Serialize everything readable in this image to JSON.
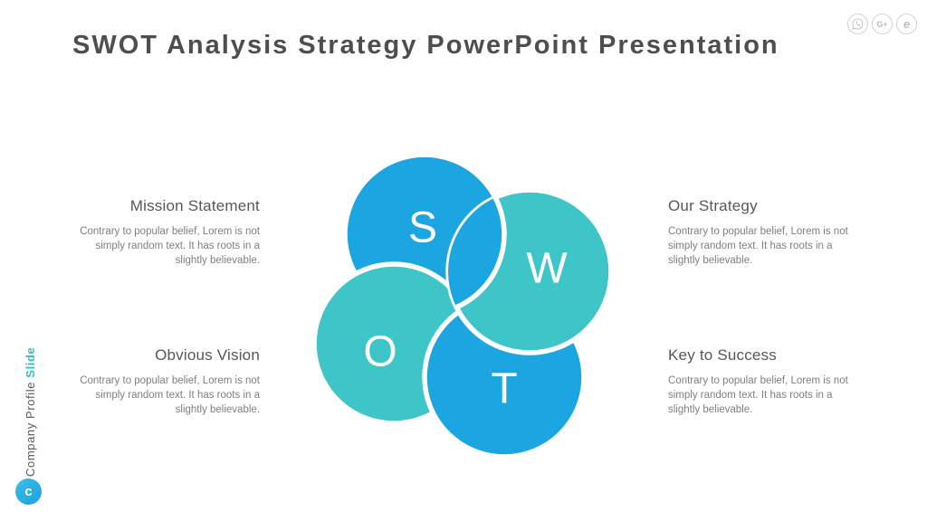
{
  "title": "SWOT Analysis Strategy PowerPoint Presentation",
  "header_icons": {
    "whatsapp": "whatsapp",
    "google_plus_label": "G+",
    "explorer_label": "e"
  },
  "sidebar": {
    "label_primary": "Company Profile ",
    "label_accent": "Slide",
    "badge_letter": "c"
  },
  "colors": {
    "blue": "#1ba6e2",
    "teal": "#3dc5c7",
    "accent_text": "#2fbcca",
    "title_gray": "#4d4e50"
  },
  "swot": {
    "letters": {
      "s": "S",
      "w": "W",
      "o": "O",
      "t": "T"
    }
  },
  "blocks": [
    {
      "heading": "Mission Statement",
      "lines": [
        "Contrary to popular belief, Lorem is not",
        "simply random text. It has roots in a",
        "slightly believable."
      ]
    },
    {
      "heading": "Our Strategy",
      "lines": [
        "Contrary to popular belief, Lorem is not",
        "simply random text. It has roots in a",
        "slightly believable."
      ]
    },
    {
      "heading": "Obvious Vision",
      "lines": [
        "Contrary to popular belief, Lorem is not",
        "simply random text. It has roots in a",
        "slightly believable."
      ]
    },
    {
      "heading": "Key to Success",
      "lines": [
        "Contrary to popular belief, Lorem is not",
        "simply random text. It has roots in a",
        "slightly believable."
      ]
    }
  ]
}
